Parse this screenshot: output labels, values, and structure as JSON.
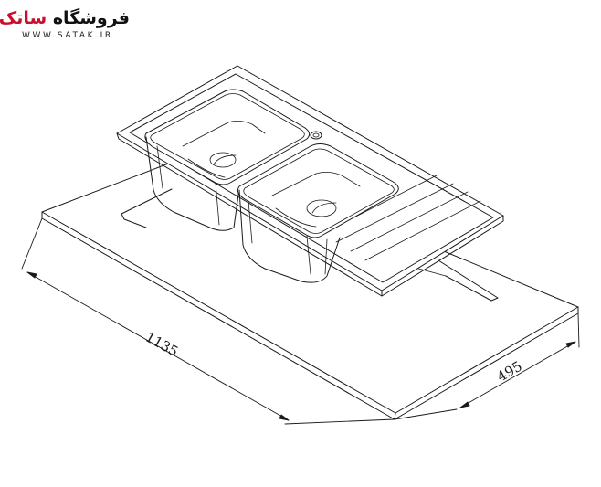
{
  "logo": {
    "text_fa_main": "فروشگاه",
    "text_fa_accent": "ساتک",
    "text_en": "WWW.SATAK.IR"
  },
  "dimensions": {
    "length_label": "1135",
    "width_label": "495"
  },
  "colors": {
    "line": "#1a1a1a",
    "logo_accent": "#c8102e"
  },
  "icons": {
    "logo": "satak-logo-icon"
  }
}
